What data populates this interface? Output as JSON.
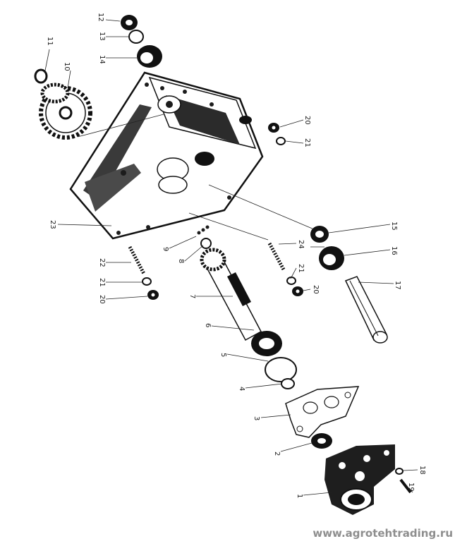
{
  "diagram": {
    "labels": [
      {
        "id": "1",
        "text": "1"
      },
      {
        "id": "2",
        "text": "2"
      },
      {
        "id": "3",
        "text": "3"
      },
      {
        "id": "4",
        "text": "4"
      },
      {
        "id": "5",
        "text": "5"
      },
      {
        "id": "6",
        "text": "6"
      },
      {
        "id": "7",
        "text": "7"
      },
      {
        "id": "8",
        "text": "8"
      },
      {
        "id": "9",
        "text": "9"
      },
      {
        "id": "10",
        "text": "10"
      },
      {
        "id": "11",
        "text": "11"
      },
      {
        "id": "12",
        "text": "12"
      },
      {
        "id": "13",
        "text": "13"
      },
      {
        "id": "14",
        "text": "14"
      },
      {
        "id": "15",
        "text": "15"
      },
      {
        "id": "16",
        "text": "16"
      },
      {
        "id": "17",
        "text": "17"
      },
      {
        "id": "18",
        "text": "18"
      },
      {
        "id": "19",
        "text": "19"
      },
      {
        "id": "20a",
        "text": "20"
      },
      {
        "id": "20b",
        "text": "20"
      },
      {
        "id": "20c",
        "text": "20"
      },
      {
        "id": "21a",
        "text": "21"
      },
      {
        "id": "21b",
        "text": "21"
      },
      {
        "id": "21c",
        "text": "21"
      },
      {
        "id": "22",
        "text": "22"
      },
      {
        "id": "23",
        "text": "23"
      },
      {
        "id": "24",
        "text": "24"
      }
    ]
  },
  "watermark": "www.agrotehtrading.ru"
}
